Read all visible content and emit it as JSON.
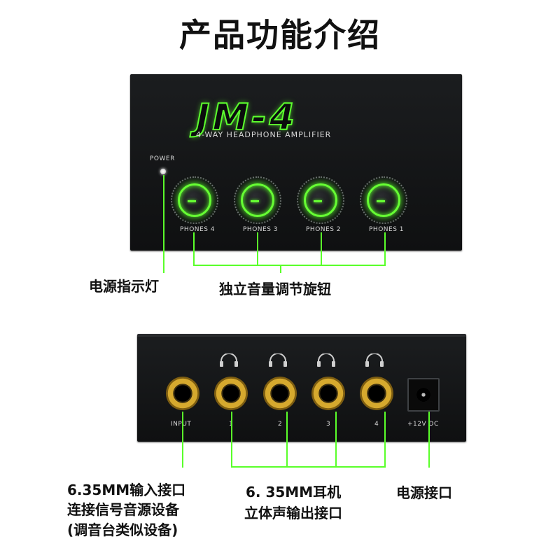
{
  "title": "产品功能介绍",
  "front_panel": {
    "logo": "JM-4",
    "subtitle": "4-WAY HEADPHONE AMPLIFIER",
    "power_label": "POWER",
    "knobs": [
      "PHONES 4",
      "PHONES 3",
      "PHONES 2",
      "PHONES 1"
    ],
    "accent_color": "#5cff2e"
  },
  "back_panel": {
    "input_label": "INPUT",
    "outputs": [
      "1",
      "2",
      "3",
      "4"
    ],
    "dc_label": "+12V DC"
  },
  "annotations": {
    "power_indicator": "电源指示灯",
    "volume_knobs": "独立音量调节旋钮",
    "input_line1": "6.35MM输入接口",
    "input_line2": "连接信号音源设备",
    "input_line3": "(调音台类似设备)",
    "output_line1": "6. 35MM耳机",
    "output_line2": "立体声输出接口",
    "power_port": "电源接口"
  }
}
